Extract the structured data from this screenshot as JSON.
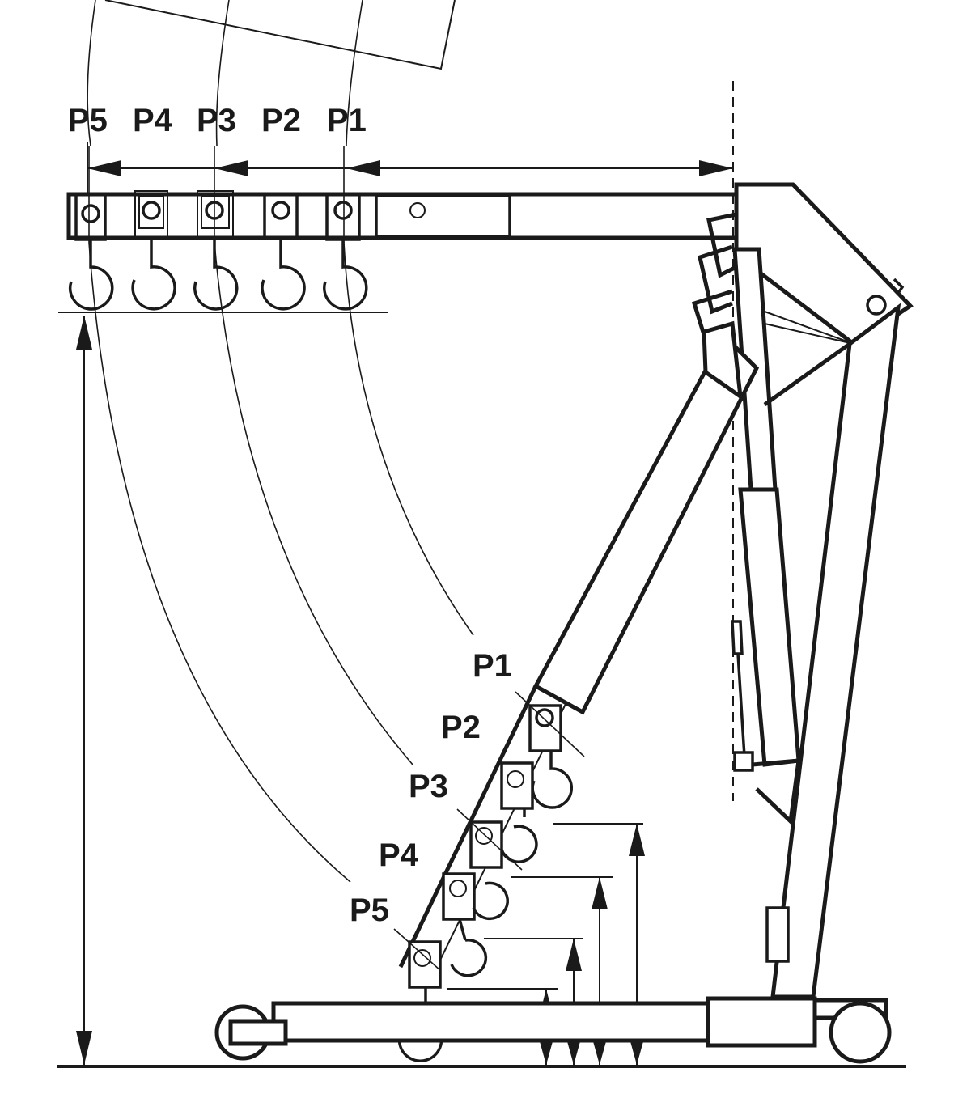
{
  "diagram": {
    "top_labels": [
      "P5",
      "P4",
      "P3",
      "P2",
      "P1"
    ],
    "boom_labels": [
      "P1",
      "P2",
      "P3",
      "P4",
      "P5"
    ]
  }
}
